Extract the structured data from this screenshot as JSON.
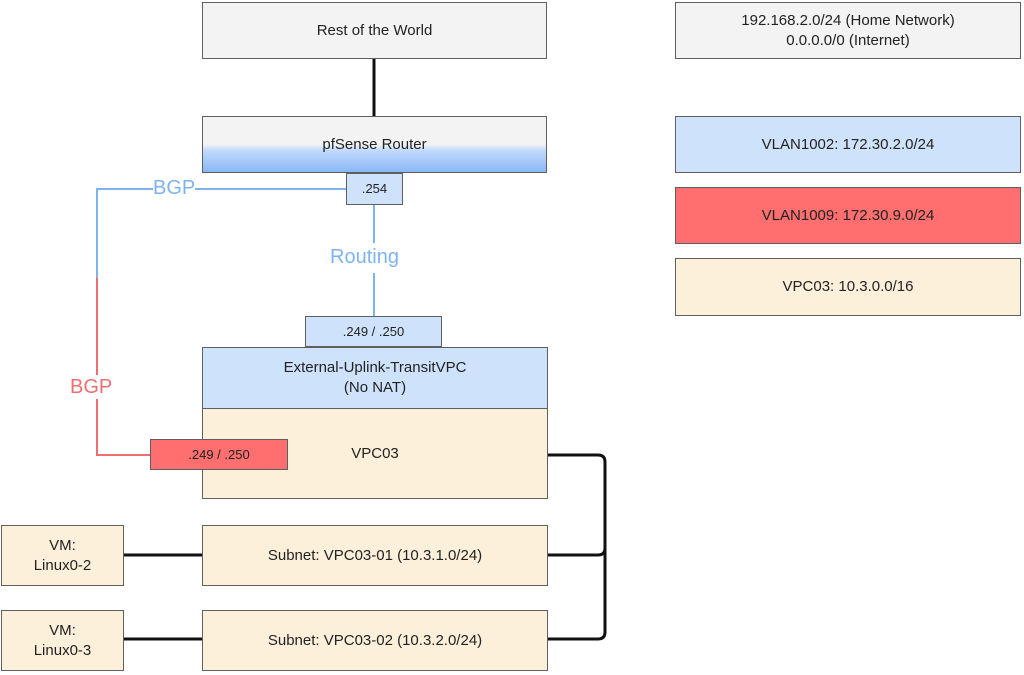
{
  "nodes": {
    "world": "Rest of the World",
    "router": "pfSense Router",
    "router_port": ".254",
    "uplink_port": ".249 / .250",
    "uplink": "External-Uplink-TransitVPC\n(No NAT)",
    "vpc_port": ".249 / .250",
    "vpc": "VPC03",
    "subnet1": "Subnet: VPC03-01 (10.3.1.0/24)",
    "subnet2": "Subnet: VPC03-02 (10.3.2.0/24)",
    "vm1": "VM:\nLinux0-2",
    "vm2": "VM:\nLinux0-3"
  },
  "links": {
    "bgp_blue": "BGP",
    "bgp_red": "BGP",
    "routing": "Routing"
  },
  "legend": [
    {
      "text": "192.168.2.0/24 (Home Network)\n0.0.0.0/0 (Internet)",
      "color": "#f3f3f3"
    },
    {
      "text": "VLAN1002: 172.30.2.0/24",
      "color": "#cfe2fc"
    },
    {
      "text": "VLAN1009: 172.30.9.0/24",
      "color": "#ff6f6f"
    },
    {
      "text": "VPC03: 10.3.0.0/16",
      "color": "#fdf0da"
    }
  ],
  "colors": {
    "bgp_blue": "#7fb3ef",
    "bgp_red": "#ef6f6f",
    "wire": "#111111"
  }
}
